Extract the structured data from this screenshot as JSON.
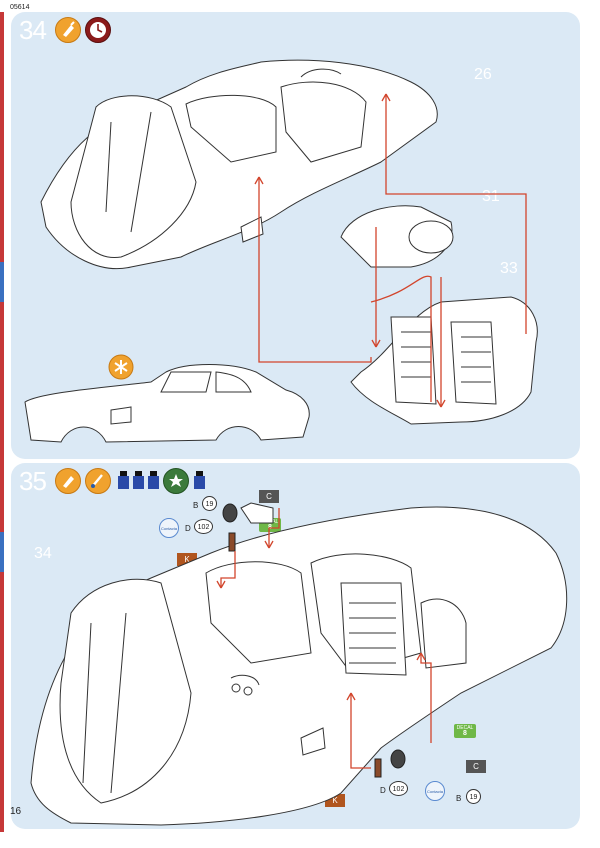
{
  "header": {
    "product_code": "05614"
  },
  "page": {
    "number": "16"
  },
  "step34": {
    "number": "34",
    "part_labels": [
      "26",
      "31",
      "33"
    ],
    "icons": [
      "glue-icon",
      "drying-time-clock-icon"
    ],
    "note_icon": "asterisk-icon"
  },
  "step35": {
    "number": "35",
    "part_label": "34",
    "icons": [
      "glue-icon",
      "brush-icon",
      "paint-bottle-icon",
      "paint-bottle-icon",
      "paint-bottle-icon",
      "star-icon",
      "paint-bottle-icon"
    ],
    "top_group": {
      "sprue_letter": "B",
      "sprue_number": "19",
      "decal_word": "DECAL",
      "decal_number": "8",
      "paint_letter": "D",
      "paint_number": "102",
      "brand": "Contacta",
      "flag_dark": "C",
      "flag_orange": "K"
    },
    "bottom_group": {
      "sprue_letter": "B",
      "sprue_number": "19",
      "decal_word": "DECAL",
      "decal_number": "8",
      "paint_letter": "D",
      "paint_number": "102",
      "brand": "Contacta",
      "flag_dark": "C",
      "flag_orange": "K"
    }
  },
  "colors": {
    "panel_bg": "#dbe9f5",
    "assembly_arrow": "#d2452c",
    "glue_orange": "#f0a22e",
    "decal_green": "#6fb847"
  }
}
